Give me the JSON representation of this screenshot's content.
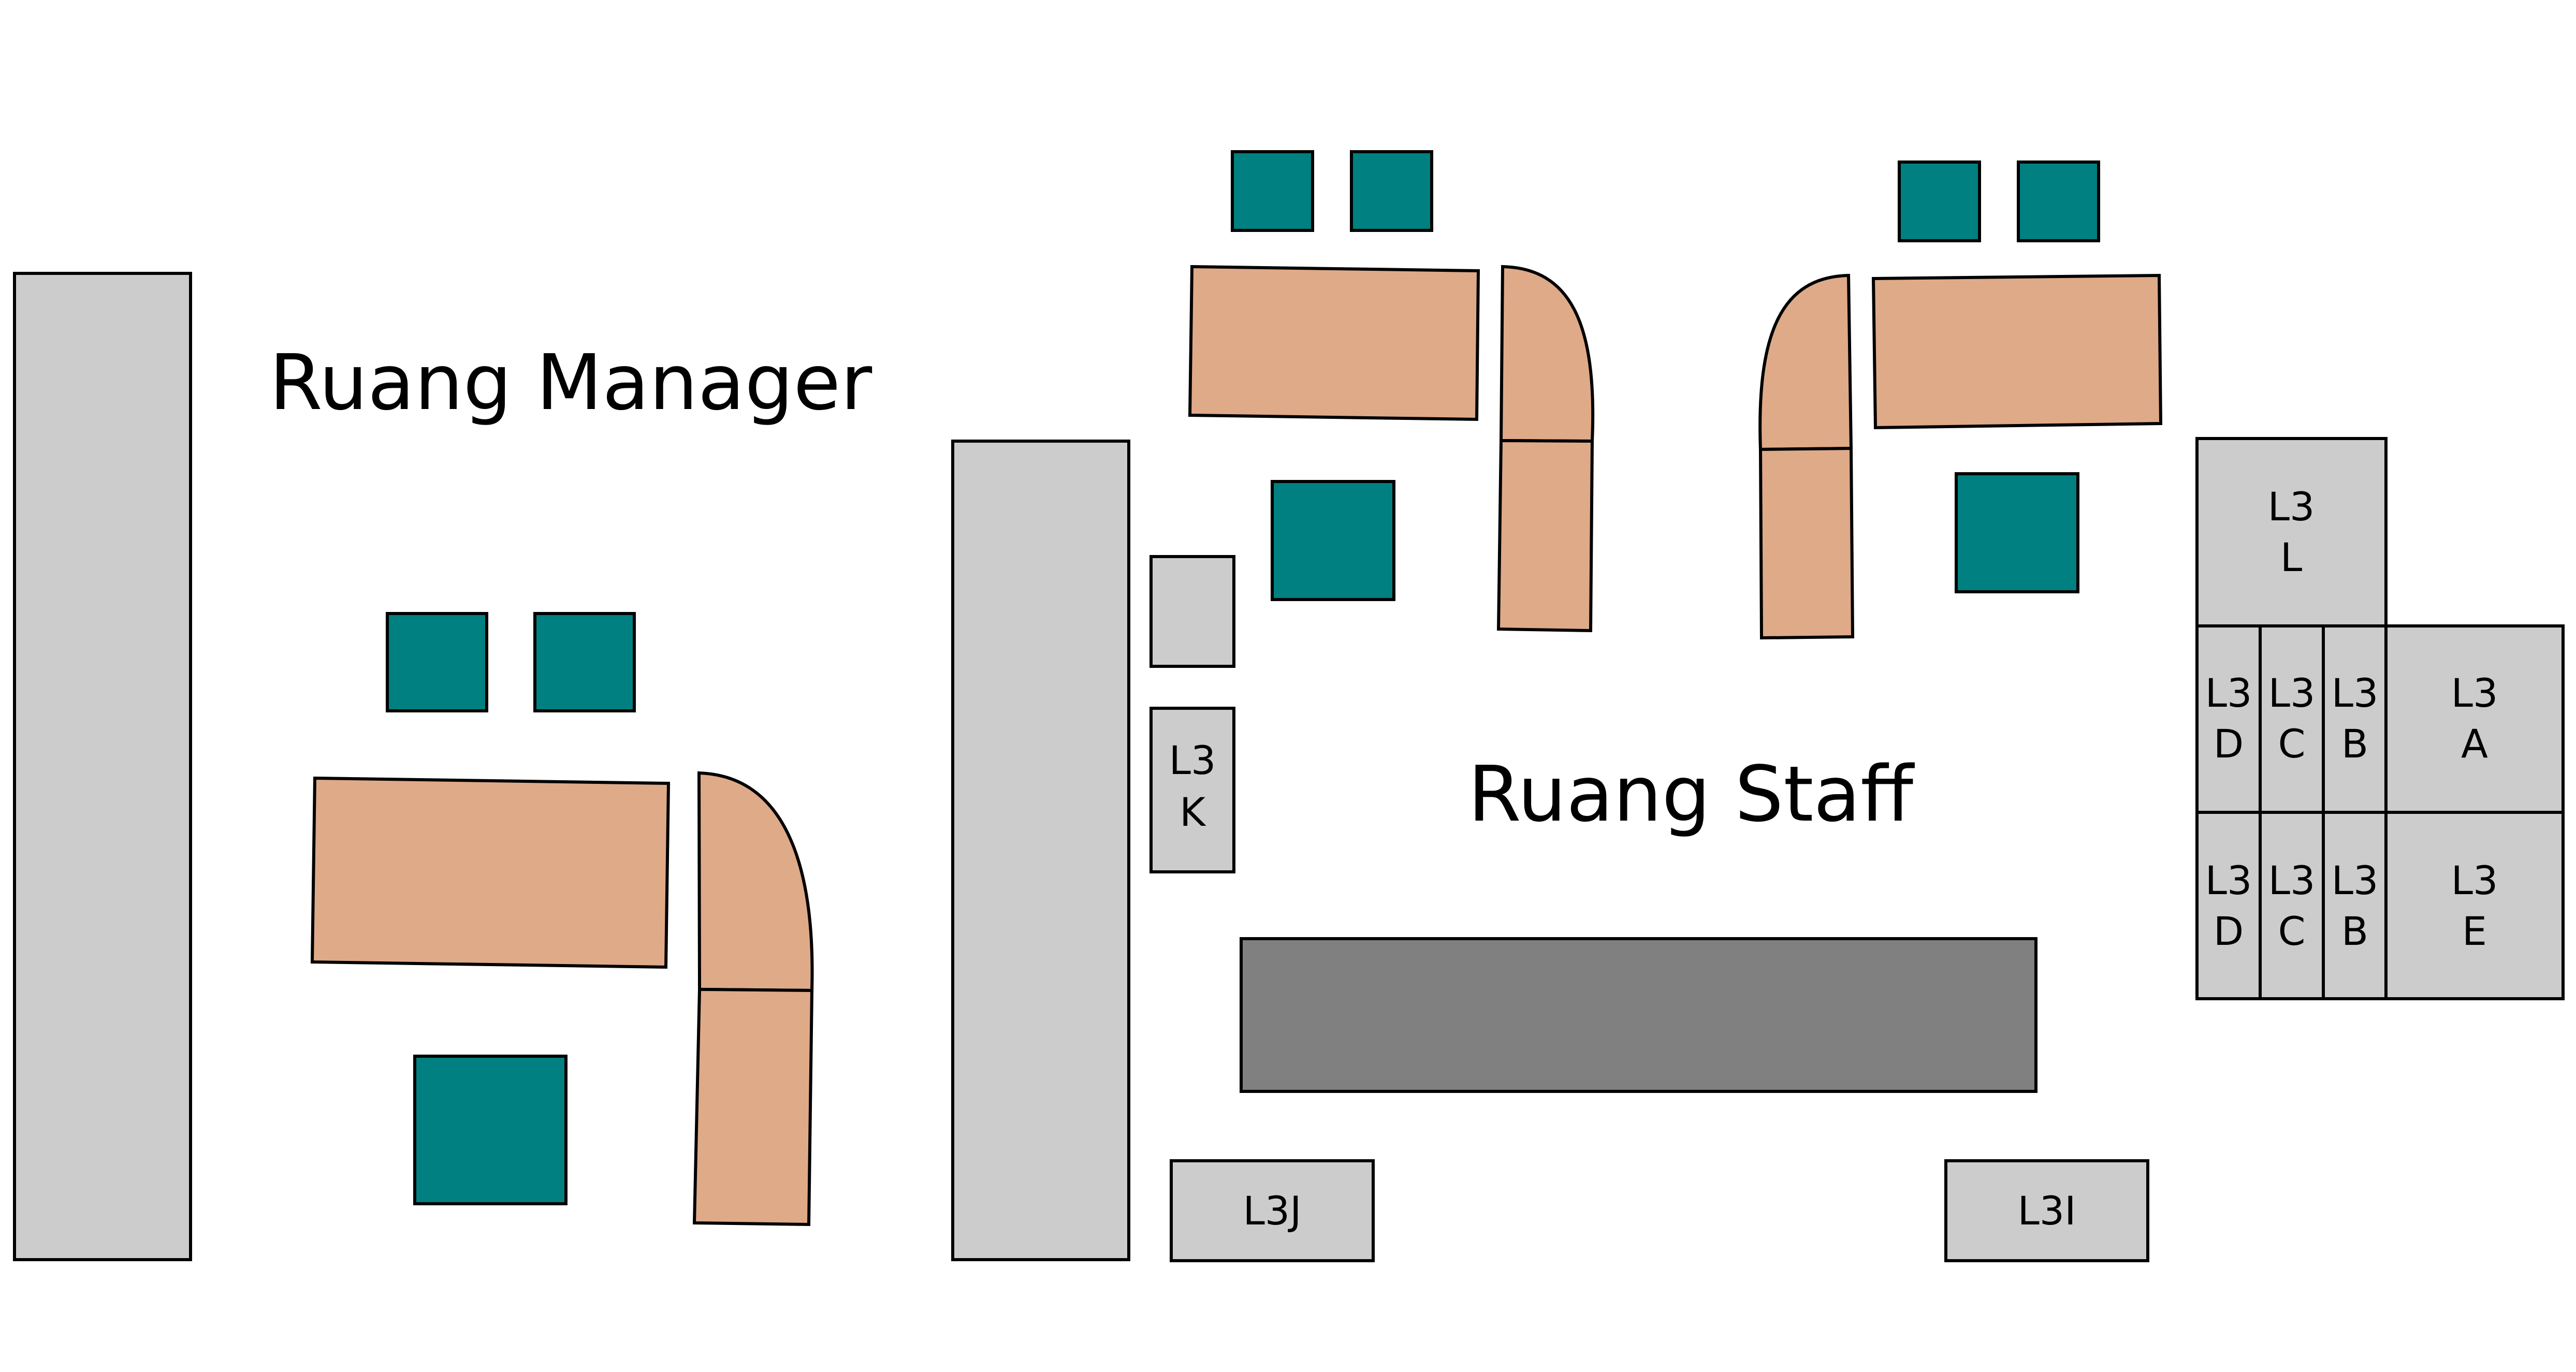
{
  "rooms": {
    "manager": {
      "name": "Ruang Manager"
    },
    "staff": {
      "name": "Ruang Staff"
    }
  },
  "cabinets": {
    "L3L": [
      "L3",
      "L"
    ],
    "L3K": [
      "L3",
      "K"
    ],
    "L3D_upper": [
      "L3",
      "D"
    ],
    "L3C_upper": [
      "L3",
      "C"
    ],
    "L3B_upper": [
      "L3",
      "B"
    ],
    "L3A": [
      "L3",
      "A"
    ],
    "L3D_lower": [
      "L3",
      "D"
    ],
    "L3C_lower": [
      "L3",
      "C"
    ],
    "L3B_lower": [
      "L3",
      "B"
    ],
    "L3E": [
      "L3",
      "E"
    ],
    "L3J": "L3J",
    "L3I": "L3I"
  },
  "colors": {
    "shelf_gray": "#cccccc",
    "table_gray": "#808080",
    "desk": "#dfaa88",
    "chair": "#008080",
    "outline": "#000000"
  }
}
